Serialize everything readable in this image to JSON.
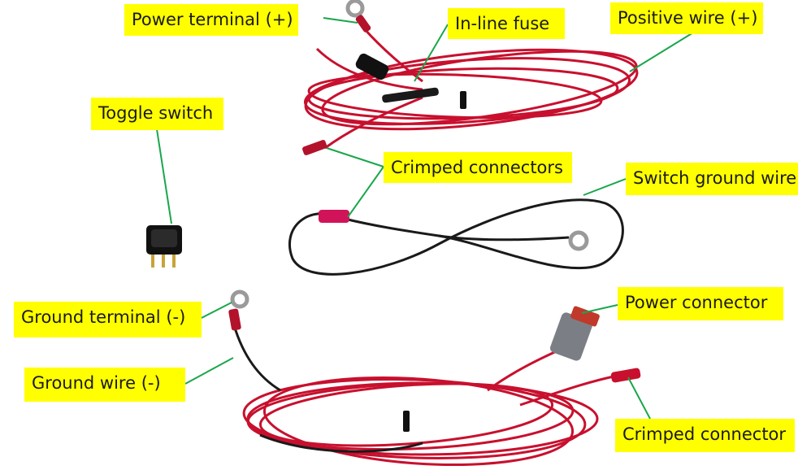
{
  "labels": {
    "power_terminal": "Power terminal (+)",
    "inline_fuse": "In-line fuse",
    "positive_wire": "Positive wire (+)",
    "toggle_switch": "Toggle switch",
    "crimped_connectors": "Crimped connectors",
    "switch_ground_wire": "Switch ground wire",
    "ground_terminal": "Ground terminal (-)",
    "power_connector": "Power connector",
    "ground_wire": "Ground wire (-)",
    "crimped_connector": "Crimped connector"
  },
  "colors": {
    "label_bg": "#ffff00",
    "leader": "#1aa64b",
    "red_wire": "#c8102e",
    "black_wire": "#1a1a1a"
  }
}
